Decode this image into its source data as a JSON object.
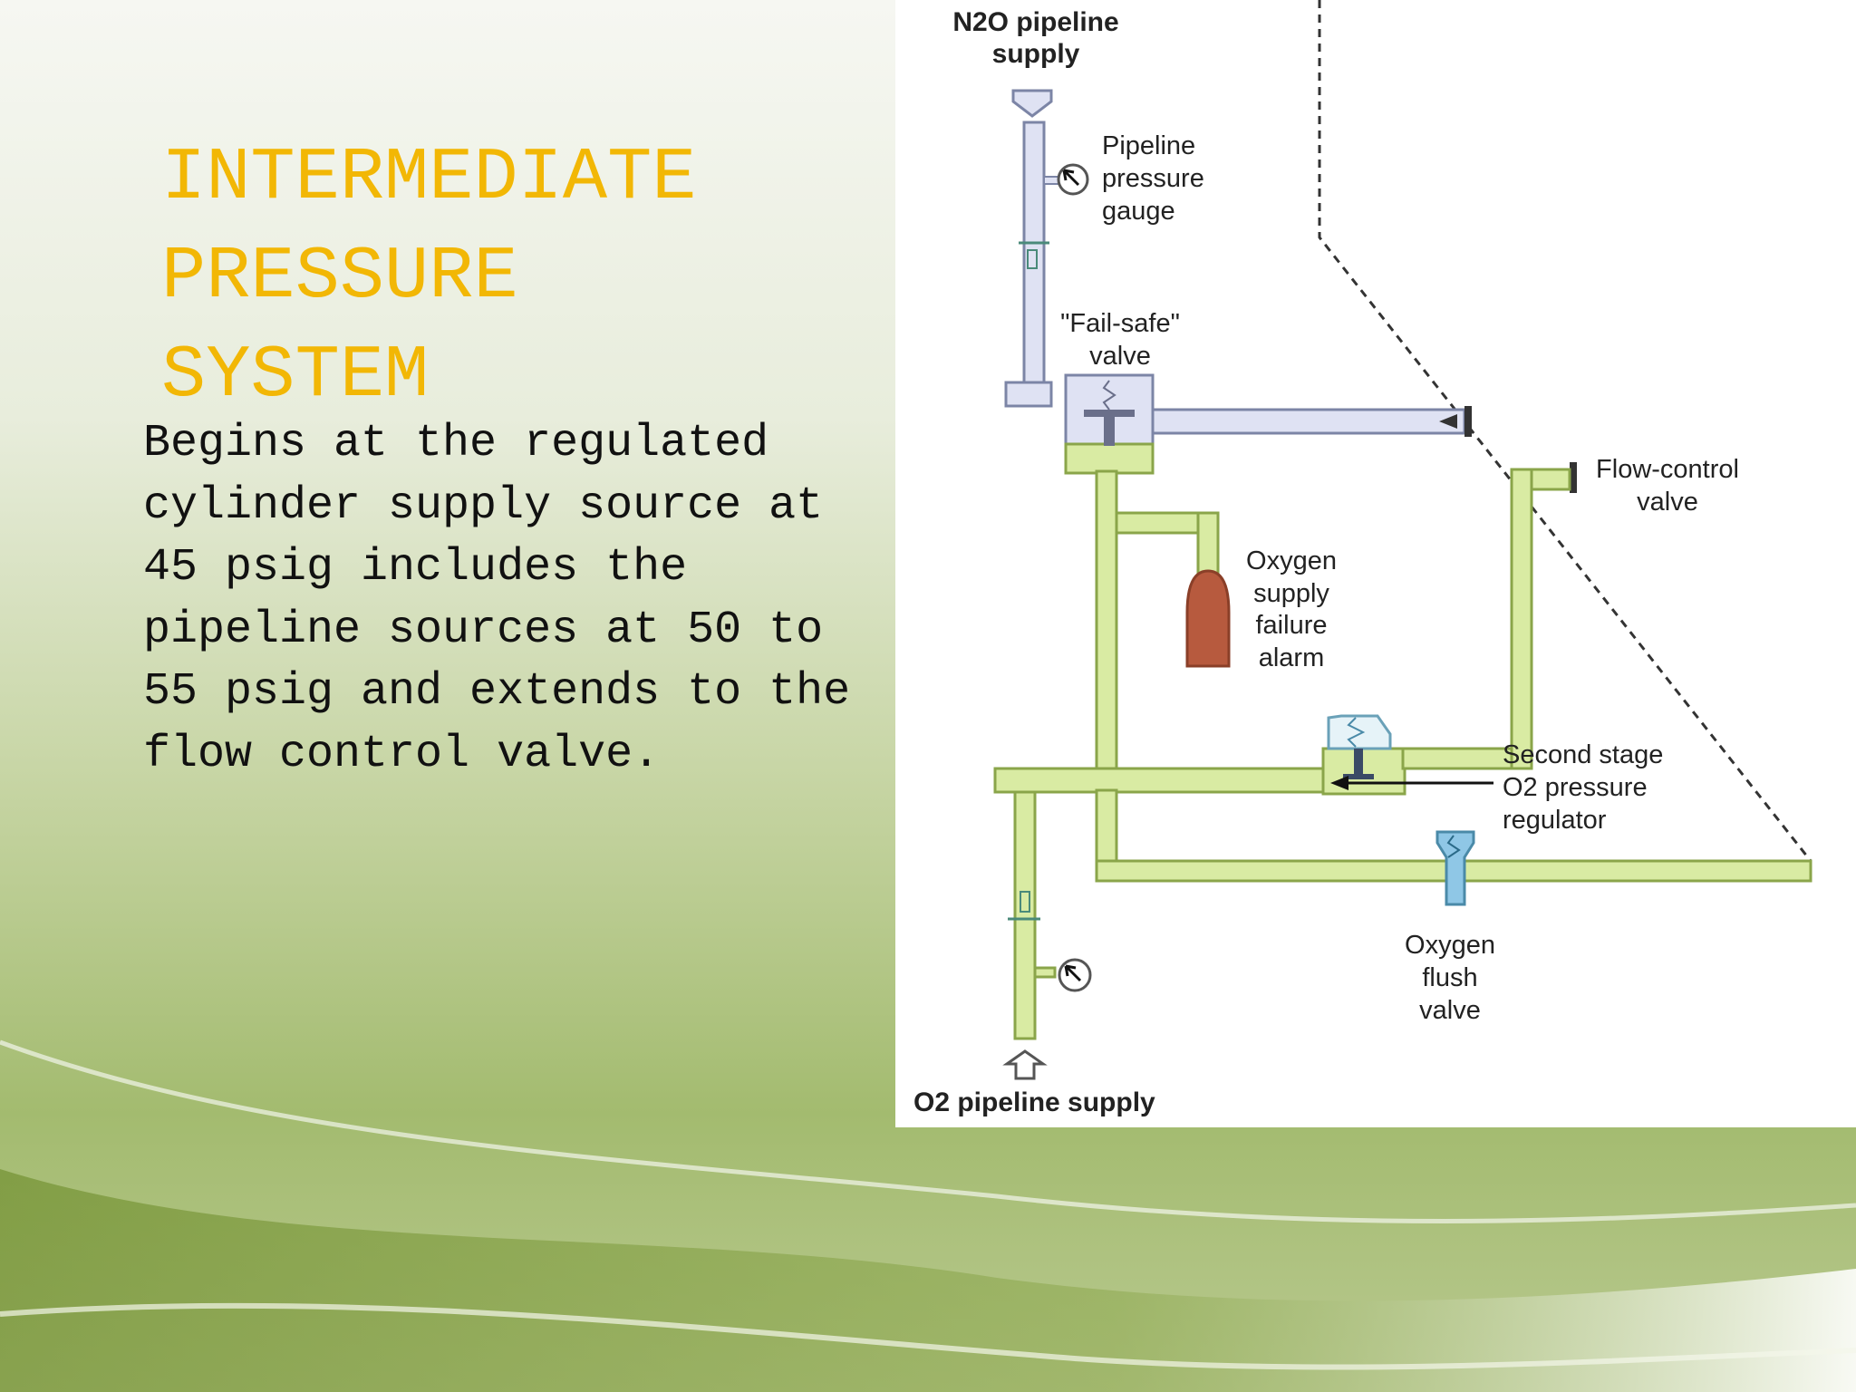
{
  "slide": {
    "title_lines": [
      "INTERMEDIATE",
      "PRESSURE",
      "SYSTEM"
    ],
    "body_text": "Begins at the regulated cylinder supply source at 45 psig includes the pipeline sources at 50 to 55 psig and extends to the flow control valve.",
    "title_color": "#f2b705",
    "accent_green": "#7a9a3a"
  },
  "diagram": {
    "n2o_supply": {
      "line1": "N2O pipeline",
      "line2": "supply"
    },
    "pipeline_gauge": {
      "line1": "Pipeline",
      "line2": "pressure",
      "line3": "gauge"
    },
    "fail_safe_valve": {
      "line1": "\"Fail-safe\"",
      "line2": "valve"
    },
    "flow_control_valve": {
      "line1": "Flow-control",
      "line2": "valve"
    },
    "oxygen_alarm": {
      "line1": "Oxygen",
      "line2": "supply",
      "line3": "failure",
      "line4": "alarm"
    },
    "second_stage_regulator": {
      "line1": "Second stage",
      "line2": "O2 pressure",
      "line3": "regulator"
    },
    "oxygen_flush_valve": {
      "line1": "Oxygen",
      "line2": "flush",
      "line3": "valve"
    },
    "o2_supply": {
      "label": "O2 pipeline supply"
    },
    "colors": {
      "n2o_pipe": "#dfe2f3",
      "o2_pipe": "#d9eba3",
      "alarm": "#b75a3e",
      "flush": "#8fc7e6"
    }
  }
}
